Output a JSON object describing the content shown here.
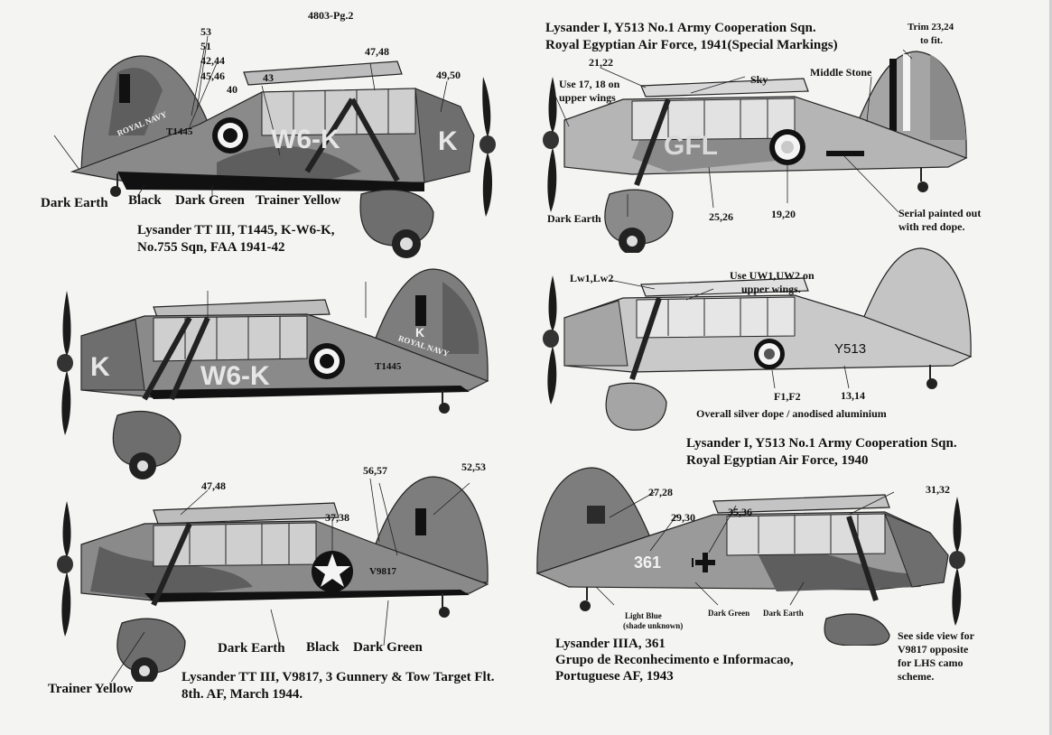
{
  "page_ref": "4803-Pg.2",
  "planes": {
    "tt3_t1445_lhs": {
      "fuselage_code_large": "W6-K",
      "fuselage_code_small": "K",
      "serial": "T1445",
      "navy_text": "ROYAL NAVY",
      "callouts": [
        "53",
        "51",
        "42,44",
        "45,46",
        "40",
        "43",
        "47,48",
        "49,50"
      ],
      "colours": [
        "Dark Earth",
        "Black",
        "Dark Green",
        "Trainer Yellow"
      ],
      "caption": [
        "Lysander TT III, T1445, K-W6-K,",
        "No.755 Sqn, FAA 1941-42"
      ]
    },
    "tt3_t1445_rhs": {
      "fuselage_code_large": "W6-K",
      "fuselage_code_small": "K",
      "fin_code": "K",
      "serial": "T1445",
      "navy_text": "ROYAL NAVY"
    },
    "tt3_v9817": {
      "serial": "V9817",
      "callouts": [
        "47,48",
        "56,57",
        "52,53",
        "37,38"
      ],
      "colours": [
        "Trainer Yellow",
        "Dark Earth",
        "Black",
        "Dark Green"
      ],
      "caption": [
        "Lysander TT III, V9817, 3 Gunnery & Tow Target Flt.",
        "8th. AF, March 1944."
      ]
    },
    "egypt_1941": {
      "header": [
        "Lysander I, Y513 No.1 Army Cooperation Sqn.",
        "Royal Egyptian Air Force, 1941(Special Markings)"
      ],
      "fuselage_code": "GFL",
      "callouts": [
        "21,22",
        "25,26",
        "19,20"
      ],
      "notes": {
        "wings": [
          "Use 17, 18 on",
          "upper wings"
        ],
        "sky": "Sky",
        "middle_stone": "Middle Stone",
        "trim": [
          "Trim 23,24",
          "to fit."
        ],
        "dark_earth": "Dark Earth",
        "serial": [
          "Serial painted out",
          "with red dope."
        ]
      }
    },
    "egypt_1940": {
      "serial": "Y513",
      "callouts": [
        "Lw1,Lw2",
        "F1,F2",
        "13,14"
      ],
      "notes": {
        "wings": [
          "Use UW1,UW2 on",
          "upper wings."
        ],
        "finish": "Overall silver dope / anodised aluminium"
      },
      "caption": [
        "Lysander I, Y513 No.1 Army Cooperation Sqn.",
        "Royal Egyptian Air Force, 1940"
      ]
    },
    "portugal_361": {
      "code": "361",
      "callouts": [
        "27,28",
        "29,30",
        "35,36",
        "31,32"
      ],
      "notes": {
        "light_blue": [
          "Light Blue",
          "(shade unknown)"
        ],
        "dark_green": "Dark Green",
        "dark_earth": "Dark Earth",
        "see_view": [
          "See side view for",
          "V9817 opposite",
          "for LHS camo",
          "scheme."
        ]
      },
      "caption": [
        "Lysander IIIA, 361",
        "Grupo de Reconhecimento e Informacao,",
        "Portuguese AF, 1943"
      ]
    }
  }
}
